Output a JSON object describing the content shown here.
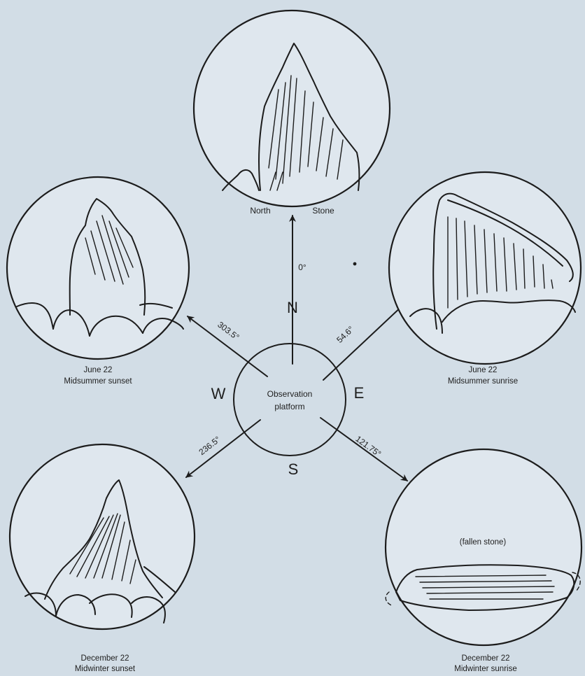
{
  "center": {
    "line1": "Observation",
    "line2": "platform"
  },
  "compass": {
    "n": "N",
    "e": "E",
    "s": "S",
    "w": "W"
  },
  "bearings": {
    "north": "0°",
    "ne": "54.6°",
    "se": "121.75°",
    "sw": "236.5°",
    "nw": "303.5°"
  },
  "views": {
    "north": {
      "label_left": "North",
      "label_right": "Stone"
    },
    "nw": {
      "date": "June 22",
      "event": "Midsummer sunset"
    },
    "ne": {
      "date": "June 22",
      "event": "Midsummer sunrise"
    },
    "sw": {
      "date": "December 22",
      "event": "Midwinter sunset"
    },
    "se": {
      "date": "December 22",
      "event": "Midwinter sunrise",
      "note": "(fallen stone)"
    }
  }
}
